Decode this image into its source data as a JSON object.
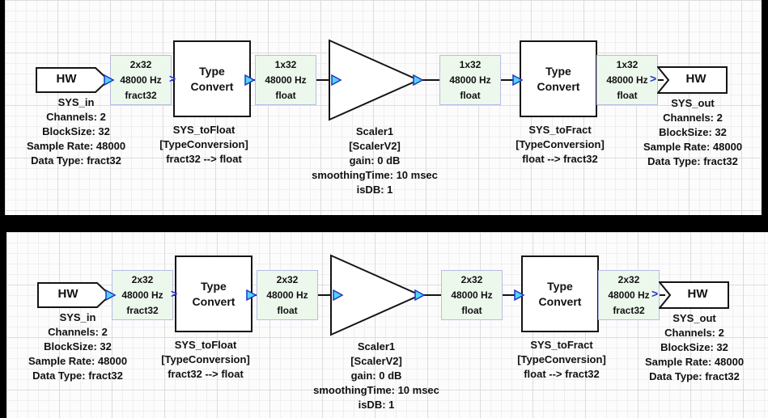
{
  "icons": {
    "wire_arrow": ">"
  },
  "colors": {
    "canvas_bg": "#fcfcfc",
    "page_bg": "#000000",
    "grid_minor": "#efefef",
    "grid_major": "#dcdcdc",
    "block_border": "#141414",
    "wire": "#141414",
    "wire_label_bg": "#edf8ed",
    "wire_label_border": "#b7bce3",
    "pin_fill": "#4fd8f2",
    "pin_stroke": "#2334cb"
  },
  "panels": [
    {
      "sys_in": {
        "label": "HW",
        "caption": [
          "SYS_in",
          "Channels: 2",
          "BlockSize: 32",
          "Sample Rate: 48000",
          "Data Type: fract32"
        ]
      },
      "wire1": [
        "2x32",
        "48000 Hz",
        "fract32"
      ],
      "type_convert_1": {
        "label": "Type Convert",
        "caption": [
          "SYS_toFloat",
          "[TypeConversion]",
          "fract32 --> float"
        ]
      },
      "wire2": [
        "1x32",
        "48000 Hz",
        "float"
      ],
      "scaler": {
        "caption": [
          "Scaler1",
          "[ScalerV2]",
          "gain: 0 dB",
          "smoothingTime: 10 msec",
          "isDB: 1"
        ]
      },
      "wire3": [
        "1x32",
        "48000 Hz",
        "float"
      ],
      "type_convert_2": {
        "label": "Type Convert",
        "caption": [
          "SYS_toFract",
          "[TypeConversion]",
          "float --> fract32"
        ]
      },
      "wire4": [
        "1x32",
        "48000 Hz",
        "float"
      ],
      "sys_out": {
        "label": "HW",
        "caption": [
          "SYS_out",
          "Channels: 2",
          "BlockSize: 32",
          "Sample Rate: 48000",
          "Data Type: fract32"
        ]
      }
    },
    {
      "sys_in": {
        "label": "HW",
        "caption": [
          "SYS_in",
          "Channels: 2",
          "BlockSize: 32",
          "Sample Rate: 48000",
          "Data Type: fract32"
        ]
      },
      "wire1": [
        "2x32",
        "48000 Hz",
        "fract32"
      ],
      "type_convert_1": {
        "label": "Type Convert",
        "caption": [
          "SYS_toFloat",
          "[TypeConversion]",
          "fract32 --> float"
        ]
      },
      "wire2": [
        "2x32",
        "48000 Hz",
        "float"
      ],
      "scaler": {
        "caption": [
          "Scaler1",
          "[ScalerV2]",
          "gain: 0 dB",
          "smoothingTime: 10 msec",
          "isDB: 1"
        ]
      },
      "wire3": [
        "2x32",
        "48000 Hz",
        "float"
      ],
      "type_convert_2": {
        "label": "Type Convert",
        "caption": [
          "SYS_toFract",
          "[TypeConversion]",
          "float --> fract32"
        ]
      },
      "wire4": [
        "2x32",
        "48000 Hz",
        "fract32"
      ],
      "sys_out": {
        "label": "HW",
        "caption": [
          "SYS_out",
          "Channels: 2",
          "BlockSize: 32",
          "Sample Rate: 48000",
          "Data Type: fract32"
        ]
      }
    }
  ]
}
